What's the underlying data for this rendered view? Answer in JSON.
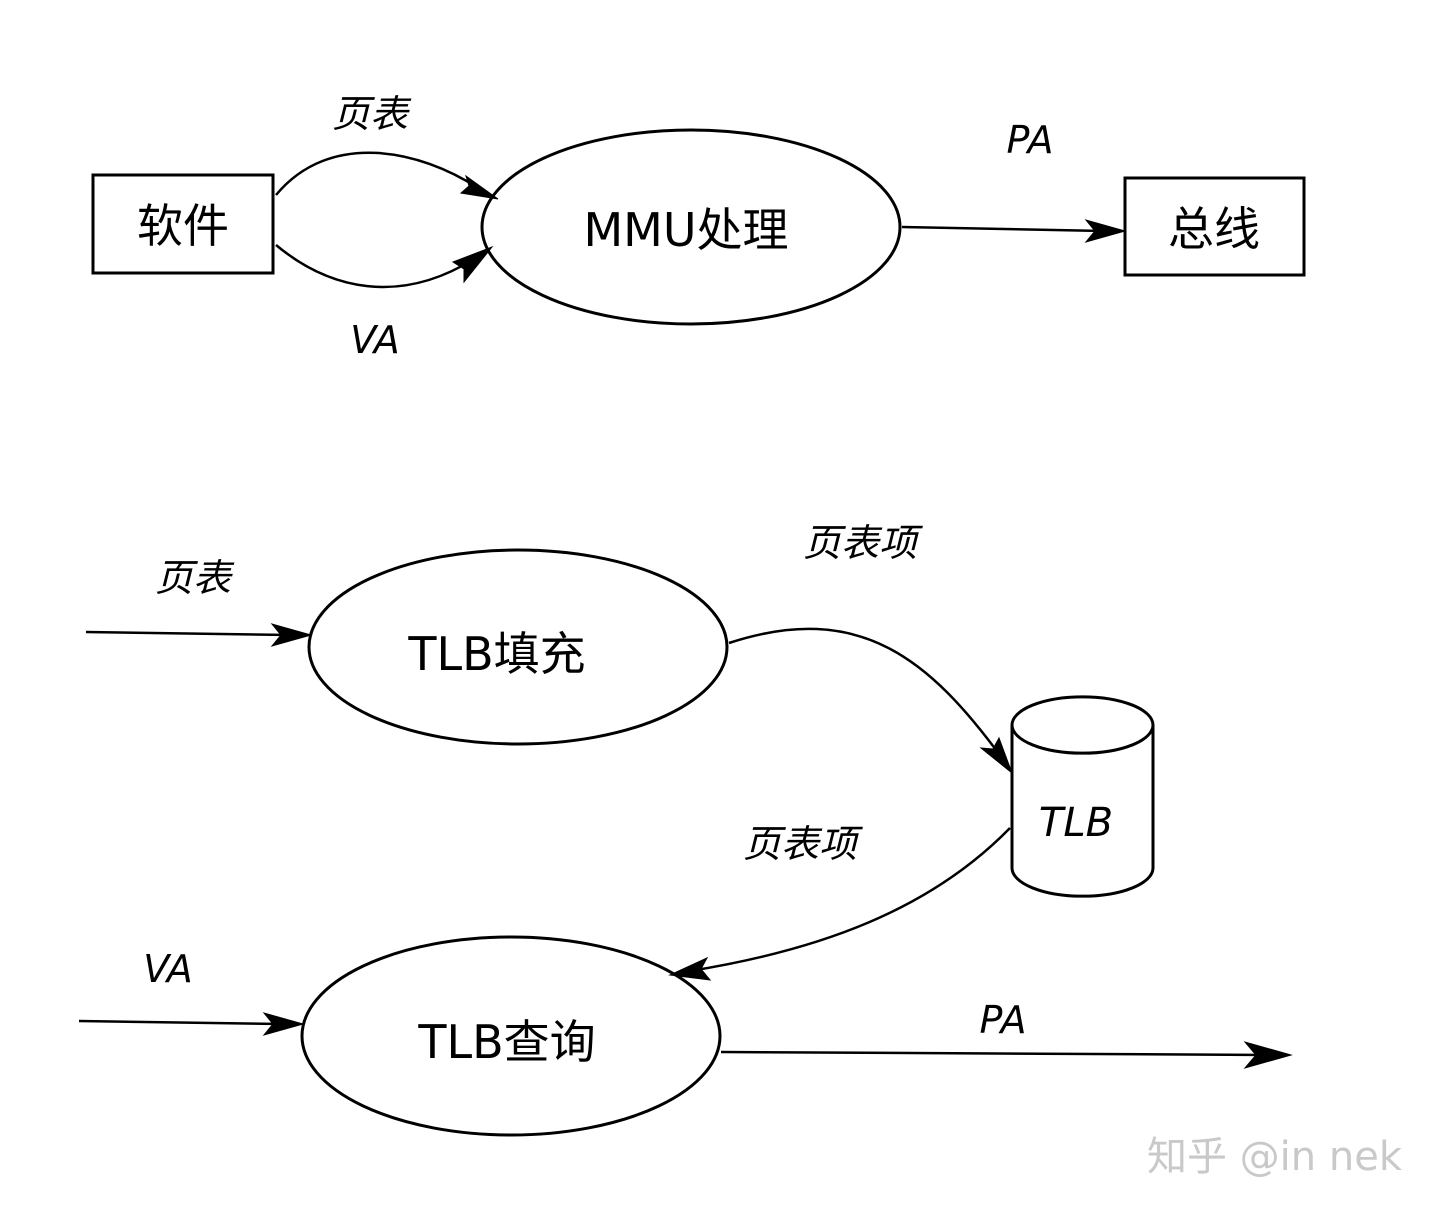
{
  "diagram1": {
    "nodes": {
      "software": "软件",
      "mmu": "MMU处理",
      "bus": "总线"
    },
    "edges": {
      "page_table": "页表",
      "va": "VA",
      "pa": "PA"
    }
  },
  "diagram2": {
    "nodes": {
      "tlb_fill": "TLB填充",
      "tlb_store": "TLB",
      "tlb_lookup": "TLB查询"
    },
    "edges": {
      "page_table_in": "页表",
      "pte_to_tlb": "页表项",
      "pte_from_tlb": "页表项",
      "va_in": "VA",
      "pa_out": "PA"
    }
  },
  "watermark": "知乎 @in nek",
  "colors": {
    "stroke": "#000000",
    "background": "#ffffff",
    "watermark": "#c9c9c9"
  }
}
